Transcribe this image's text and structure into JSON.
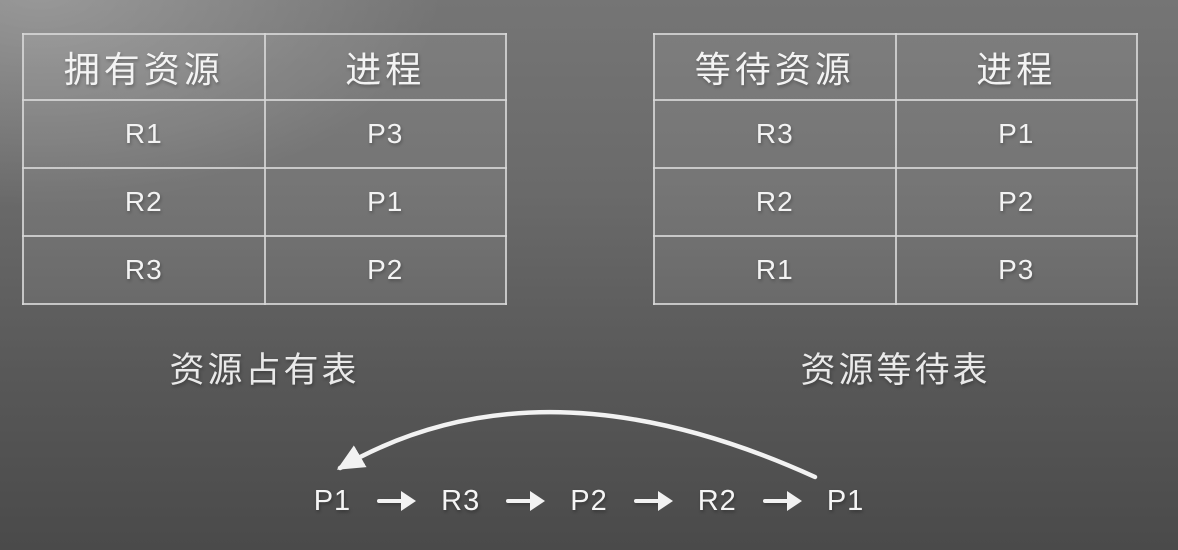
{
  "slide": {
    "ownership_table": {
      "headers": [
        "拥有资源",
        "进程"
      ],
      "rows": [
        [
          "R1",
          "P3"
        ],
        [
          "R2",
          "P1"
        ],
        [
          "R3",
          "P2"
        ]
      ],
      "caption": "资源占有表"
    },
    "waiting_table": {
      "headers": [
        "等待资源",
        "进程"
      ],
      "rows": [
        [
          "R3",
          "P1"
        ],
        [
          "R2",
          "P2"
        ],
        [
          "R1",
          "P3"
        ]
      ],
      "caption": "资源等待表"
    },
    "deadlock_cycle": {
      "nodes": [
        "P1",
        "R3",
        "P2",
        "R2",
        "P1"
      ],
      "icons": {
        "separator": "right-arrow-icon",
        "loop_back": "curved-back-arrow-icon"
      }
    },
    "colors": {
      "background_top": "#757575",
      "background_bottom": "#4a4a4a",
      "cell_border": "#d7d7d7",
      "text": "#f3f3f3",
      "arrow": "#f2f2f2"
    }
  }
}
